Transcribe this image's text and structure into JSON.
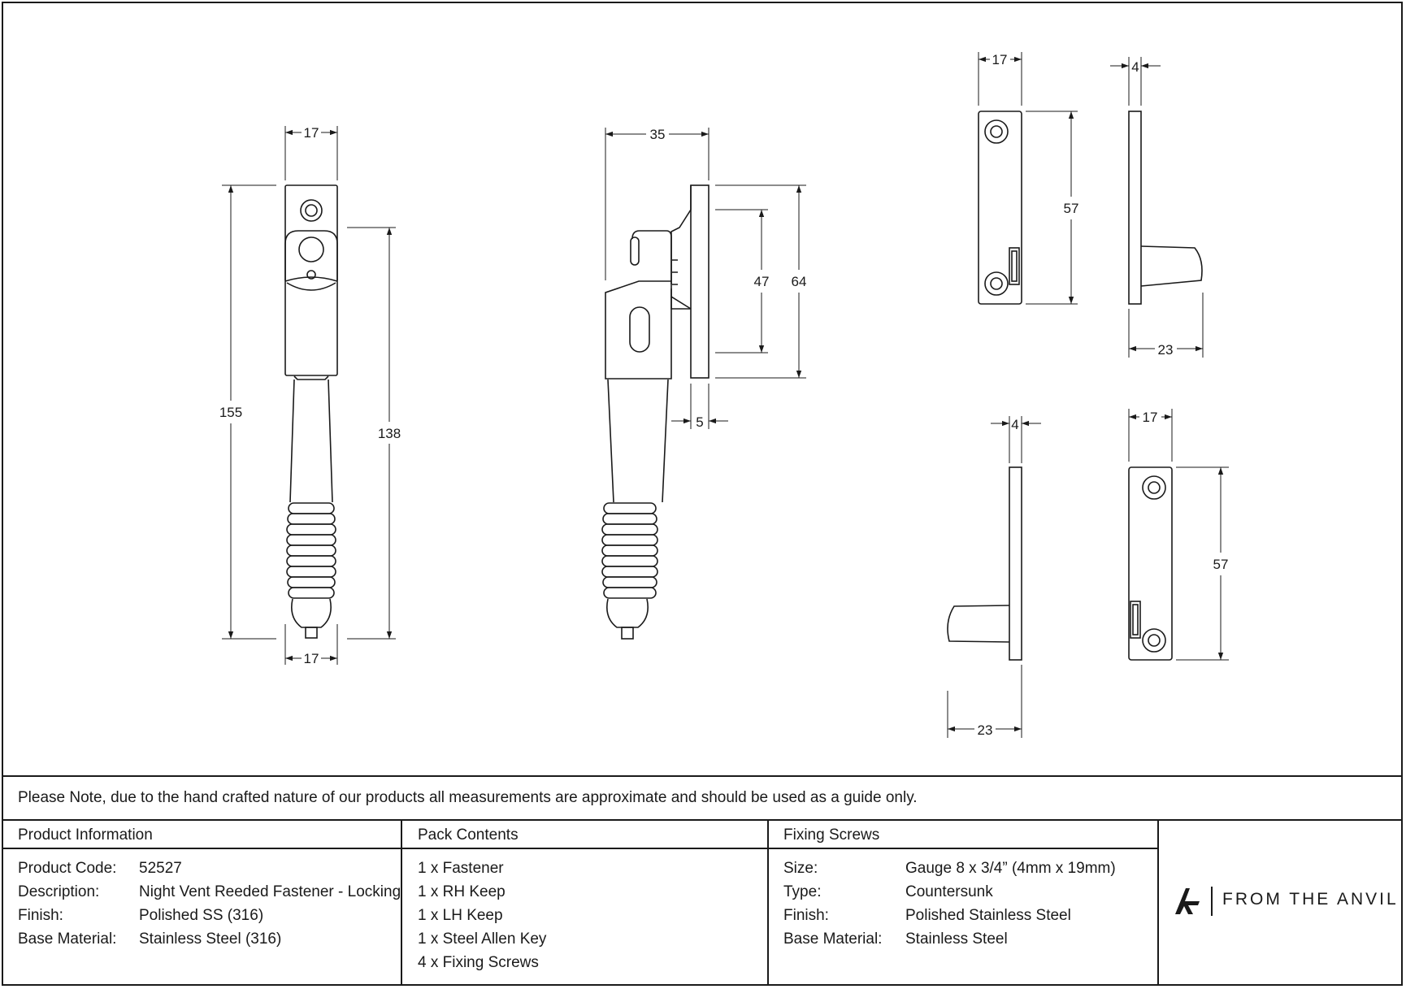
{
  "dimensions": {
    "fastener_front": {
      "top_width": "17",
      "bottom_width": "17",
      "overall_length": "155",
      "body_length": "138"
    },
    "fastener_side": {
      "depth": "35",
      "plate_height": "64",
      "slot_height": "47",
      "plate_thickness": "5"
    },
    "rh_keep": {
      "width": "17",
      "height": "57",
      "thickness": "4",
      "projection": "23"
    },
    "lh_keep": {
      "width": "17",
      "height": "57",
      "thickness": "4",
      "projection": "23"
    }
  },
  "note": "Please Note, due to the hand crafted nature of our products all measurements are approximate and should be used as a guide only.",
  "product_info": {
    "heading": "Product Information",
    "rows": [
      {
        "label": "Product Code:",
        "value": "52527"
      },
      {
        "label": "Description:",
        "value": "Night Vent Reeded Fastener - Locking"
      },
      {
        "label": "Finish:",
        "value": "Polished SS (316)"
      },
      {
        "label": "Base Material:",
        "value": "Stainless Steel (316)"
      }
    ]
  },
  "pack_contents": {
    "heading": "Pack Contents",
    "items": [
      "1 x Fastener",
      "1 x RH Keep",
      "1 x LH Keep",
      "1 x Steel Allen Key",
      "4 x Fixing Screws"
    ]
  },
  "fixing_screws": {
    "heading": "Fixing Screws",
    "rows": [
      {
        "label": "Size:",
        "value": "Gauge 8 x 3/4” (4mm x 19mm)"
      },
      {
        "label": "Type:",
        "value": "Countersunk"
      },
      {
        "label": "Finish:",
        "value": "Polished Stainless Steel"
      },
      {
        "label": "Base Material:",
        "value": "Stainless Steel"
      }
    ]
  },
  "brand": {
    "name": "FROM THE ANVIL",
    "icon": "anvil-logo-icon"
  },
  "colors": {
    "line": "#1a1a1a",
    "background": "#ffffff"
  }
}
